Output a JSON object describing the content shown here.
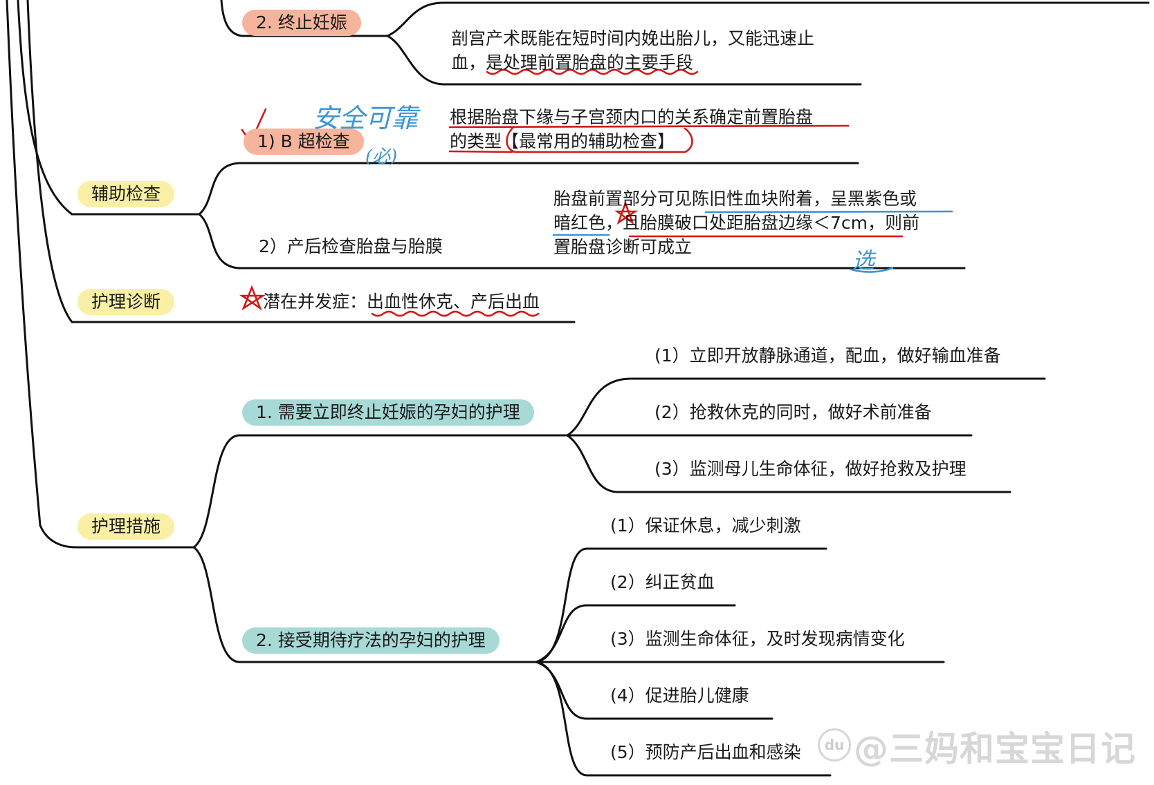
{
  "branches": {
    "terminate": "2. 终止妊娠",
    "aux_exam": "辅助检查",
    "bscan": "1) B 超检查",
    "postpartum": "2）产后检查胎盘与胎膜",
    "nursing_diag": "护理诊断",
    "nursing_measures": "护理措施",
    "measure1": "1.   需要立即终止妊娠的孕妇的护理",
    "measure2": "2.   接受期待疗法的孕妇的护理"
  },
  "notes": {
    "cesarean_l1": "剖宫产术既能在短时间内娩出胎儿，又能迅速止",
    "cesarean_l2": "血，是处理前置胎盘的主要手段",
    "bscan_l1": "根据胎盘下缘与子宫颈内口的关系确定前置胎盘",
    "bscan_l2": "的类型【最常用的辅助检查】",
    "post_l1": "胎盘前置部分可见陈旧性血块附着，呈黑紫色或",
    "post_l2": "暗红色，且胎膜破口处距胎盘边缘＜7cm，则前",
    "post_l3": "置胎盘诊断可成立",
    "complication": "潜在并发症：出血性休克、产后出血"
  },
  "measure1_items": [
    "(1）立即开放静脉通道，配血，做好输血准备",
    "(2）抢救休克的同时，做好术前准备",
    "(3）监测母儿生命体征，做好抢救及护理"
  ],
  "measure2_items": [
    "(1）保证休息，减少刺激",
    "(2）纠正贫血",
    "(3）监测生命体征，及时发现病情变化",
    "(4）促进胎儿健康",
    "(5）预防产后出血和感染"
  ],
  "annotations": {
    "safe_reliable": "安全可靠",
    "bscan_note": "(必)",
    "post_note": "选"
  },
  "watermark": {
    "logo": "du",
    "text": "@三妈和宝宝日记"
  },
  "colors": {
    "pill_yellow": "#f9f0a6",
    "pill_salmon": "#f6b49c",
    "pill_teal": "#a7d9d6",
    "underline_red": "#d01818",
    "underline_blue": "#3a96d4",
    "line": "#111111"
  }
}
